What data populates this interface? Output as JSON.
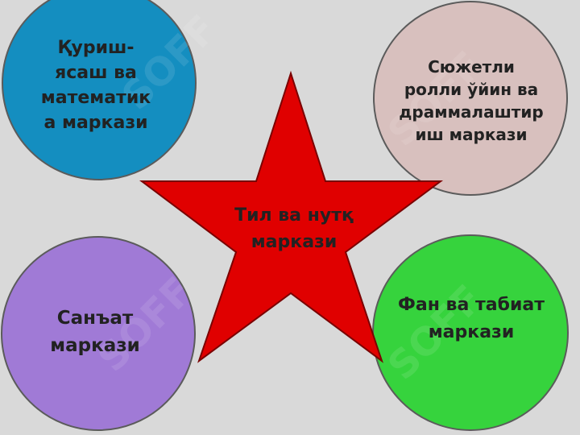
{
  "diagram": {
    "center": {
      "label": "Тил ва нутқ\nмаркази",
      "color": "#e00000"
    },
    "nodes": [
      {
        "id": "construction-math",
        "label": "Қуриш-\nясаш ва\nматематик\nа маркази",
        "color": "#148ec0"
      },
      {
        "id": "role-play",
        "label": "Сюжетли\nролли ўйин ва\nдраммалаштир\nиш маркази",
        "color": "#d8c0be"
      },
      {
        "id": "art",
        "label": "Санъат\nмаркази",
        "color": "#a07ad6"
      },
      {
        "id": "science-nature",
        "label": "Фан ва табиат\nмаркази",
        "color": "#36d33d"
      }
    ]
  },
  "watermark": {
    "text": "SOFF"
  }
}
